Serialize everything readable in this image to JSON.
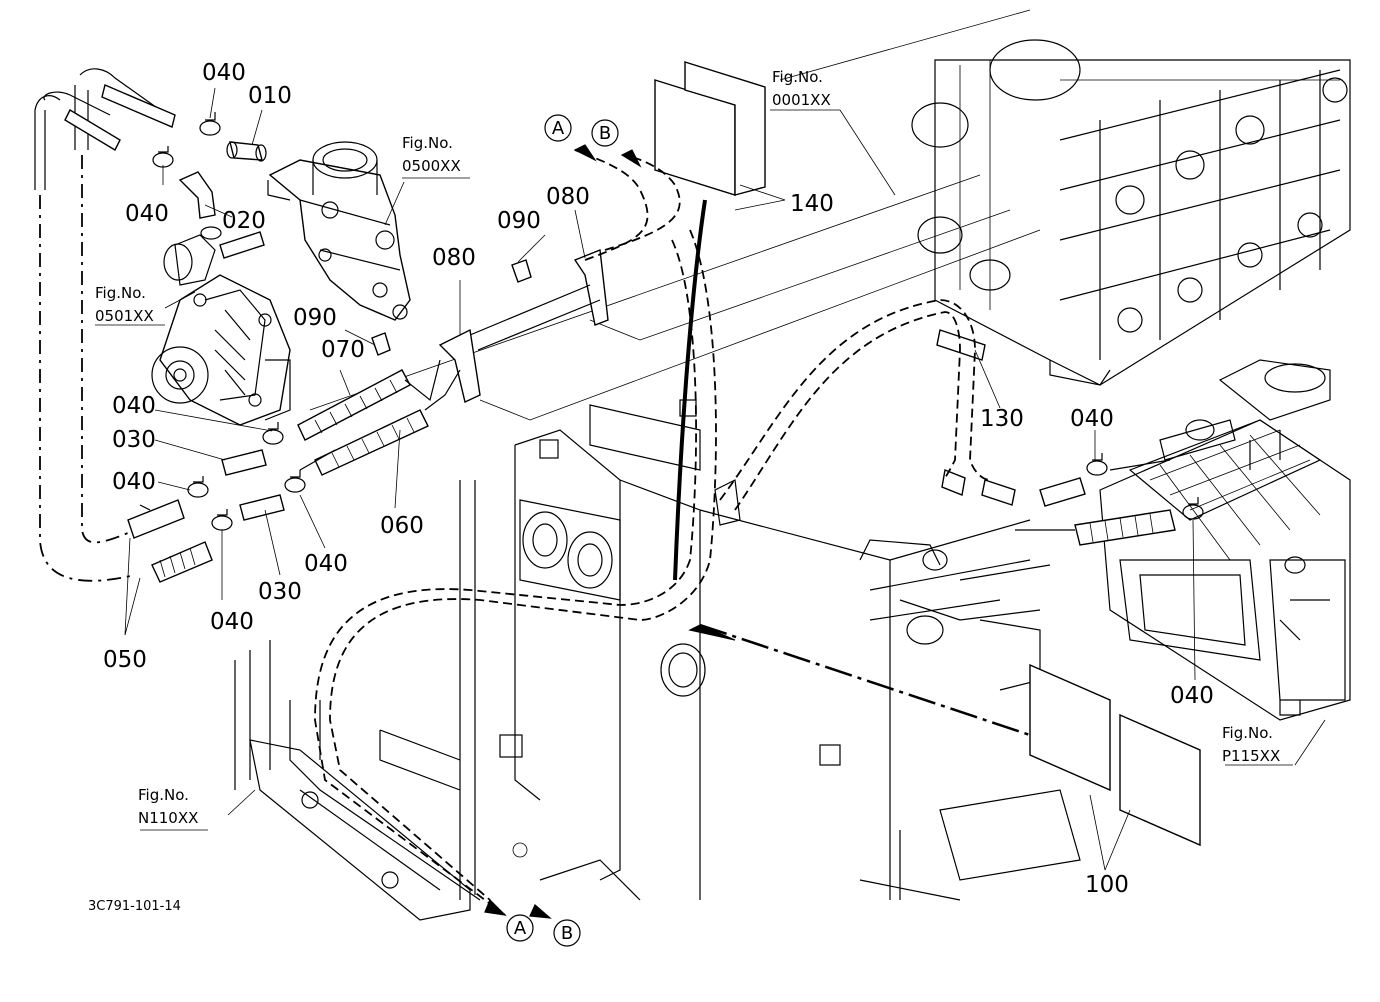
{
  "callouts": {
    "p010": "010",
    "p020": "020",
    "p030a": "030",
    "p030b": "030",
    "p040a": "040",
    "p040b": "040",
    "p040c": "040",
    "p040d": "040",
    "p040e": "040",
    "p040f": "040",
    "p040g": "040",
    "p040h": "040",
    "p050": "050",
    "p060": "060",
    "p070": "070",
    "p080a": "080",
    "p080b": "080",
    "p090a": "090",
    "p090b": "090",
    "p100": "100",
    "p130": "130",
    "p140": "140"
  },
  "figure_refs": {
    "fig_label": "Fig.No.",
    "ref_0500": "0500XX",
    "ref_0501": "0501XX",
    "ref_0001": "0001XX",
    "ref_N110": "N110XX",
    "ref_P115": "P115XX"
  },
  "connectors": {
    "a_top": "A",
    "b_top": "B",
    "a_bottom": "A",
    "b_bottom": "B"
  },
  "drawing_code": "3C791-101-14"
}
